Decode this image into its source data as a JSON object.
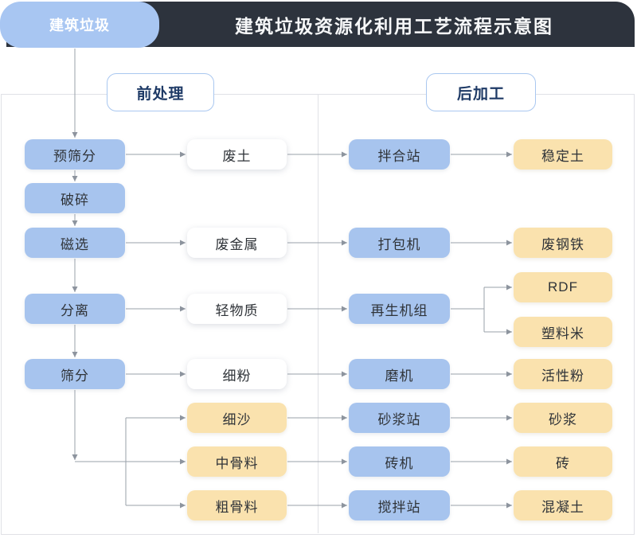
{
  "header": {
    "badge": "建筑垃圾",
    "title": "建筑垃圾资源化利用工艺流程示意图"
  },
  "sections": {
    "pre": "前处理",
    "post": "后加工"
  },
  "process_steps": [
    "预筛分",
    "破碎",
    "磁选",
    "分离",
    "筛分"
  ],
  "outputs": [
    "废土",
    "废金属",
    "轻物质",
    "细粉",
    "细沙",
    "中骨料",
    "粗骨料"
  ],
  "equipment": [
    "拌合站",
    "打包机",
    "再生机组",
    "磨机",
    "砂浆站",
    "砖机",
    "搅拌站"
  ],
  "products": [
    "稳定土",
    "废钢铁",
    "RDF",
    "塑料米",
    "活性粉",
    "砂浆",
    "砖",
    "混凝土"
  ],
  "edges": [
    [
      "建筑垃圾",
      "预筛分"
    ],
    [
      "预筛分",
      "破碎"
    ],
    [
      "破碎",
      "磁选"
    ],
    [
      "磁选",
      "分离"
    ],
    [
      "分离",
      "筛分"
    ],
    [
      "预筛分",
      "废土"
    ],
    [
      "磁选",
      "废金属"
    ],
    [
      "分离",
      "轻物质"
    ],
    [
      "筛分",
      "细粉"
    ],
    [
      "筛分",
      "细沙"
    ],
    [
      "筛分",
      "中骨料"
    ],
    [
      "筛分",
      "粗骨料"
    ],
    [
      "废土",
      "拌合站"
    ],
    [
      "废金属",
      "打包机"
    ],
    [
      "轻物质",
      "再生机组"
    ],
    [
      "细粉",
      "磨机"
    ],
    [
      "细沙",
      "砂浆站"
    ],
    [
      "中骨料",
      "砖机"
    ],
    [
      "粗骨料",
      "搅拌站"
    ],
    [
      "拌合站",
      "稳定土"
    ],
    [
      "打包机",
      "废钢铁"
    ],
    [
      "再生机组",
      "RDF"
    ],
    [
      "再生机组",
      "塑料米"
    ],
    [
      "磨机",
      "活性粉"
    ],
    [
      "砂浆站",
      "砂浆"
    ],
    [
      "砖机",
      "砖"
    ],
    [
      "搅拌站",
      "混凝土"
    ]
  ],
  "colors": {
    "header_bg": "#2d333d",
    "header_text": "#ffffff",
    "badge_bg": "#a8c6f2",
    "node_blue": "#a7c4ee",
    "node_yellow": "#fae2ae",
    "node_white": "#ffffff",
    "label_border": "#a9c7f0",
    "label_text": "#1e3a66",
    "connector_line": "#9aa1aa"
  }
}
